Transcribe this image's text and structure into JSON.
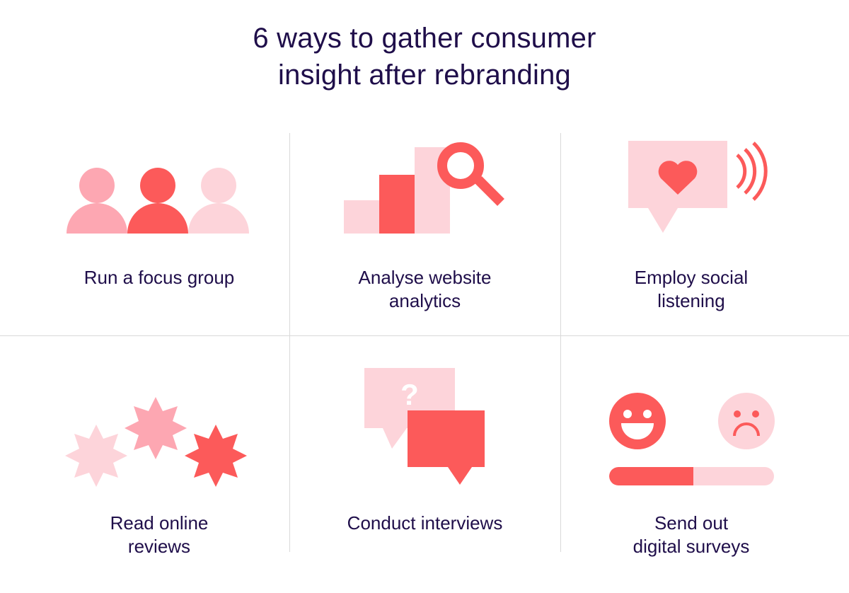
{
  "title": {
    "line1": "6 ways to gather consumer",
    "line2": "insight after rebranding"
  },
  "colors": {
    "text": "#1f0e4a",
    "coral": "#fc5a5a",
    "pink_mid": "#fda7b2",
    "pink_light": "#fdd4da",
    "divider": "#d9d9d9"
  },
  "items": [
    {
      "id": "focus-group",
      "icon": "people-group-icon",
      "line1": "Run a focus group",
      "line2": ""
    },
    {
      "id": "website-analytics",
      "icon": "analytics-magnifier-icon",
      "line1": "Analyse website",
      "line2": "analytics"
    },
    {
      "id": "social-listening",
      "icon": "heart-speech-bubble-icon",
      "line1": "Employ social",
      "line2": "listening"
    },
    {
      "id": "online-reviews",
      "icon": "stars-icon",
      "line1": "Read online",
      "line2": "reviews"
    },
    {
      "id": "interviews",
      "icon": "speech-bubbles-icon",
      "line1": "Conduct interviews",
      "line2": ""
    },
    {
      "id": "digital-surveys",
      "icon": "survey-faces-icon",
      "line1": "Send out",
      "line2": "digital surveys"
    }
  ],
  "survey_progress": 0.51,
  "question_mark": "?"
}
